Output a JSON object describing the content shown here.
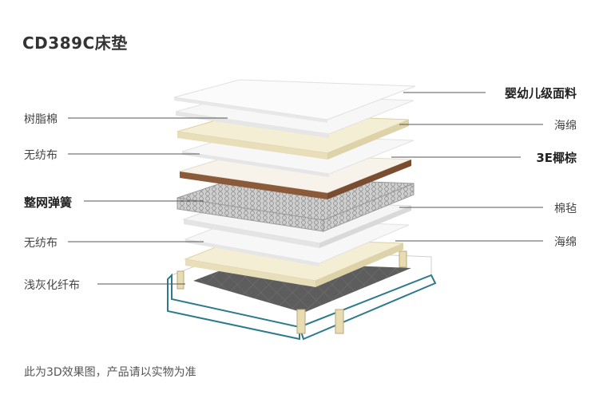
{
  "title": "CD389C床垫",
  "labels": {
    "left": [
      {
        "text": "树脂棉",
        "bold": false
      },
      {
        "text": "无纺布",
        "bold": false
      },
      {
        "text": "整网弹簧",
        "bold": true
      },
      {
        "text": "无纺布",
        "bold": false
      },
      {
        "text": "浅灰化纤布",
        "bold": false
      }
    ],
    "right": [
      {
        "text": "婴幼儿级面料",
        "bold": true
      },
      {
        "text": "海绵",
        "bold": false
      },
      {
        "text": "3E椰棕",
        "bold": true
      },
      {
        "text": "棉毡",
        "bold": false
      },
      {
        "text": "海绵",
        "bold": false
      }
    ]
  },
  "note": "此为3D效果图，产品请以实物为准",
  "colors": {
    "sheet_white": "#f7f7f7",
    "sheet_edge": "#e2e2e2",
    "foam_cream": "#f4eed5",
    "coir_brown": "#8b5a3a",
    "spring_gray": "#b8b8b8",
    "base_dark": "#5b5b5b",
    "base_trim": "#2c7a8a",
    "leader_line": "#555555"
  }
}
